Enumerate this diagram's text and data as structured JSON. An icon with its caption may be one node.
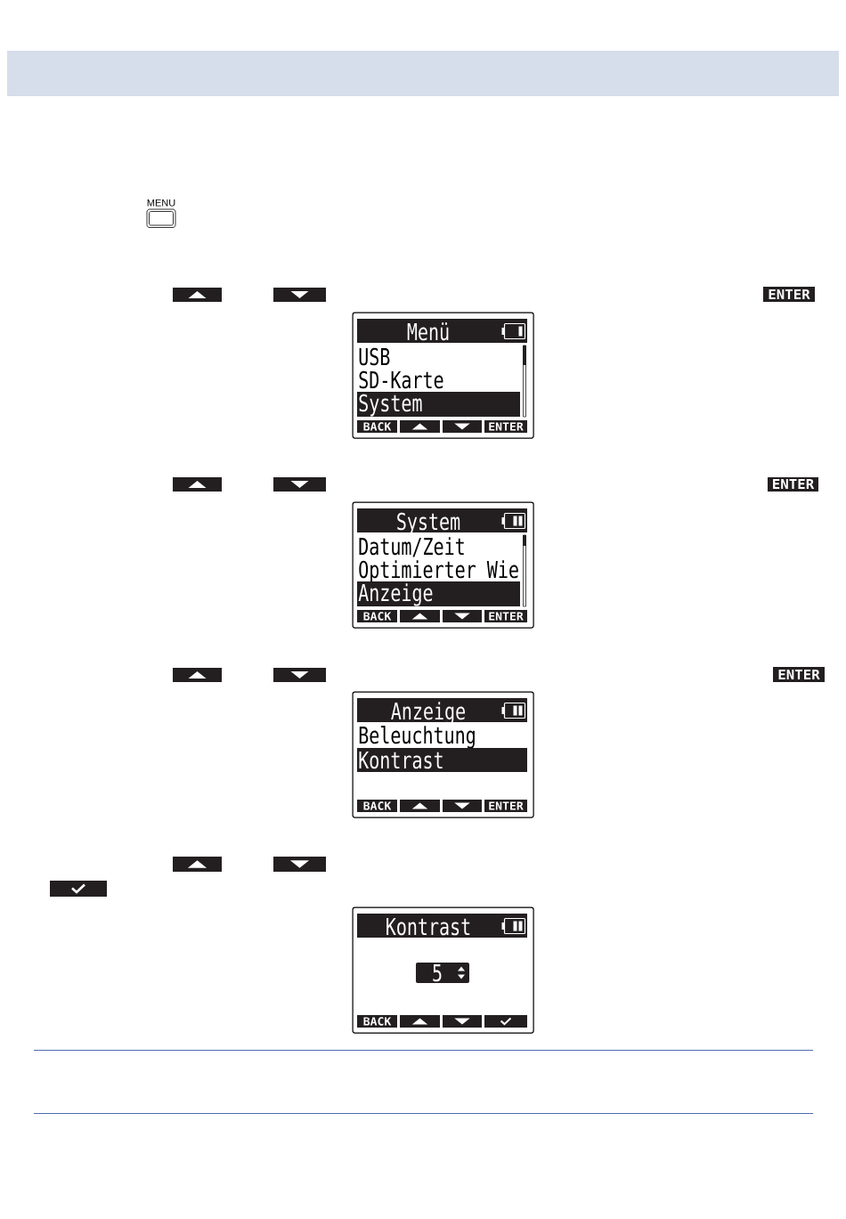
{
  "diagram": {
    "nodes": [
      {
        "text": [
          "Menü",
          "USB",
          "SD-Karte",
          "System",
          "BACK",
          "ENTER"
        ]
      },
      {
        "text": [
          "System",
          "Datum/Zeit",
          "Optimierter Wie",
          "Anzeige",
          "BACK",
          "ENTER"
        ]
      },
      {
        "text": [
          "Anzeige",
          "Beleuchtung",
          "Kontrast",
          "BACK",
          "ENTER"
        ]
      },
      {
        "text": [
          "Kontrast",
          "5",
          "BACK"
        ]
      }
    ],
    "labels": [
      "MENU",
      "ENTER",
      "ENTER",
      "ENTER"
    ]
  }
}
